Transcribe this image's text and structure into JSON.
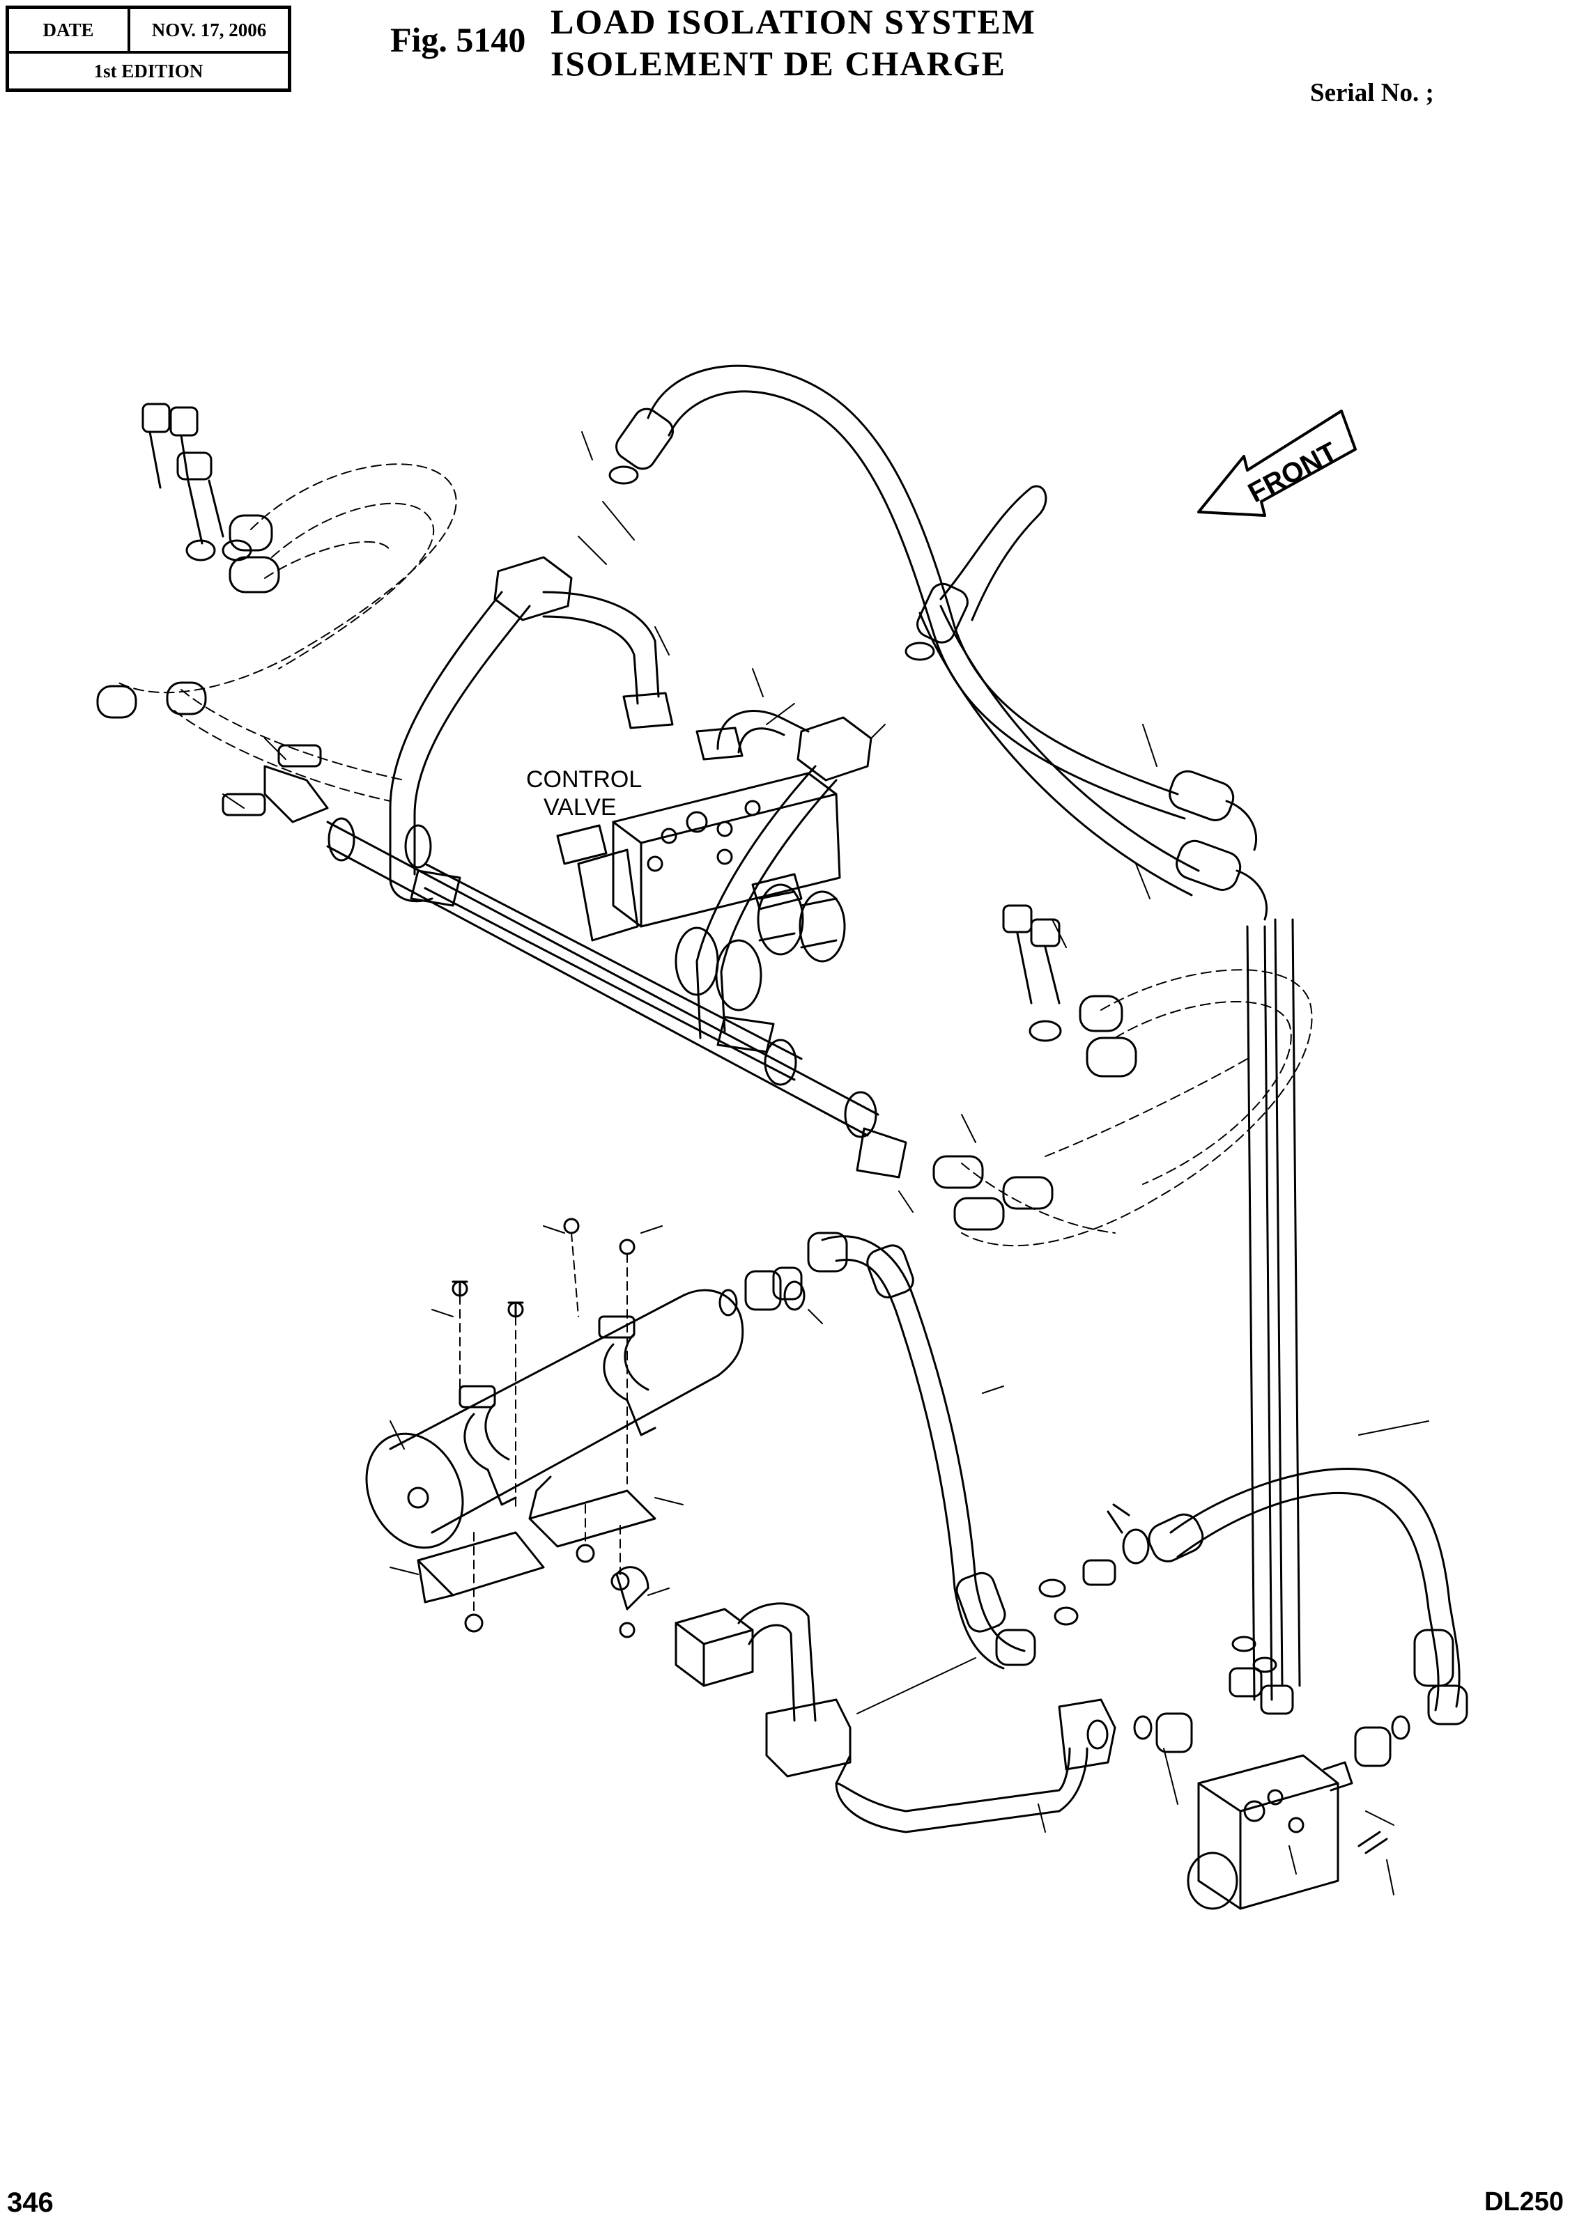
{
  "header": {
    "date_label": "DATE",
    "date_value": "NOV. 17, 2006",
    "edition": "1st EDITION",
    "fig_number": "Fig. 5140",
    "title_en": "LOAD ISOLATION SYSTEM",
    "title_fr": "ISOLEMENT DE CHARGE",
    "serial_label": "Serial No. ;"
  },
  "diagram": {
    "front_label": "FRONT",
    "control_valve_line1": "CONTROL",
    "control_valve_line2": "VALVE"
  },
  "footer": {
    "page_number": "346",
    "model": "DL250"
  }
}
